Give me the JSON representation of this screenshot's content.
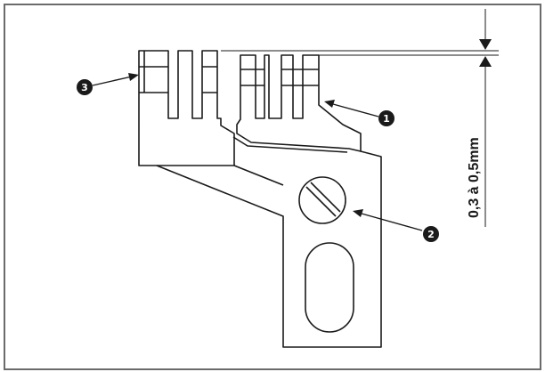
{
  "figure": {
    "dimension_label": "0,3 à 0,5mm",
    "callouts": [
      {
        "id": "1",
        "label": "1",
        "glyph": "❶"
      },
      {
        "id": "2",
        "label": "2",
        "glyph": "❷"
      },
      {
        "id": "3",
        "label": "3",
        "glyph": "❸"
      }
    ]
  },
  "colors": {
    "stroke": "#1a1a1a",
    "frame": "#6b6b6b",
    "background": "#ffffff"
  }
}
